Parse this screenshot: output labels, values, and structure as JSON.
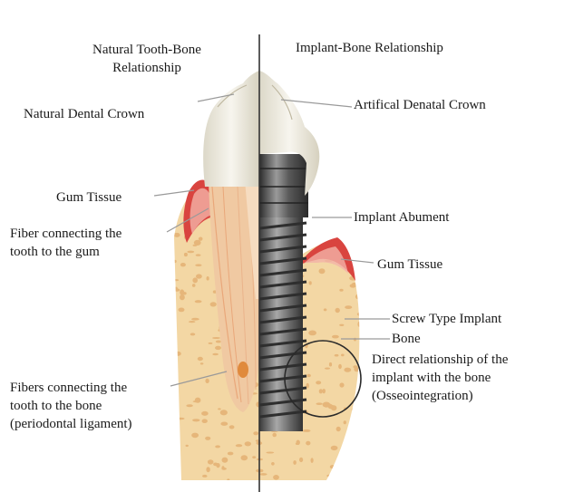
{
  "headings": {
    "left_line1": "Natural Tooth-Bone",
    "left_line2": "Relationship",
    "right": "Implant-Bone Relationship"
  },
  "labels": {
    "natural_crown": "Natural Dental Crown",
    "artificial_crown": "Artifical Denatal Crown",
    "gum_tissue_left": "Gum Tissue",
    "implant_abutment": "Implant Abument",
    "fiber_gum_line1": "Fiber connecting the",
    "fiber_gum_line2": "tooth to the gum",
    "gum_tissue_right": "Gum Tissue",
    "screw_implant": "Screw Type Implant",
    "bone": "Bone",
    "osseo_line1": "Direct relationship of the",
    "osseo_line2": "implant with the bone",
    "osseo_line3": "(Osseointegration)",
    "fibers_bone_line1": "Fibers connecting the",
    "fibers_bone_line2": "tooth to the bone",
    "fibers_bone_line3": "(periodontal ligament)"
  },
  "colors": {
    "bone": "#f3d7a4",
    "bone_spots": "#e2ae6e",
    "gum": "#d9443f",
    "gum_light": "#f2b3a8",
    "crown": "#ece9dd",
    "root": "#f0c9a2",
    "implant_dark": "#3d3d3d",
    "implant_mid": "#8a8a8a",
    "leader": "#9a9a9a",
    "divider": "#333333"
  }
}
